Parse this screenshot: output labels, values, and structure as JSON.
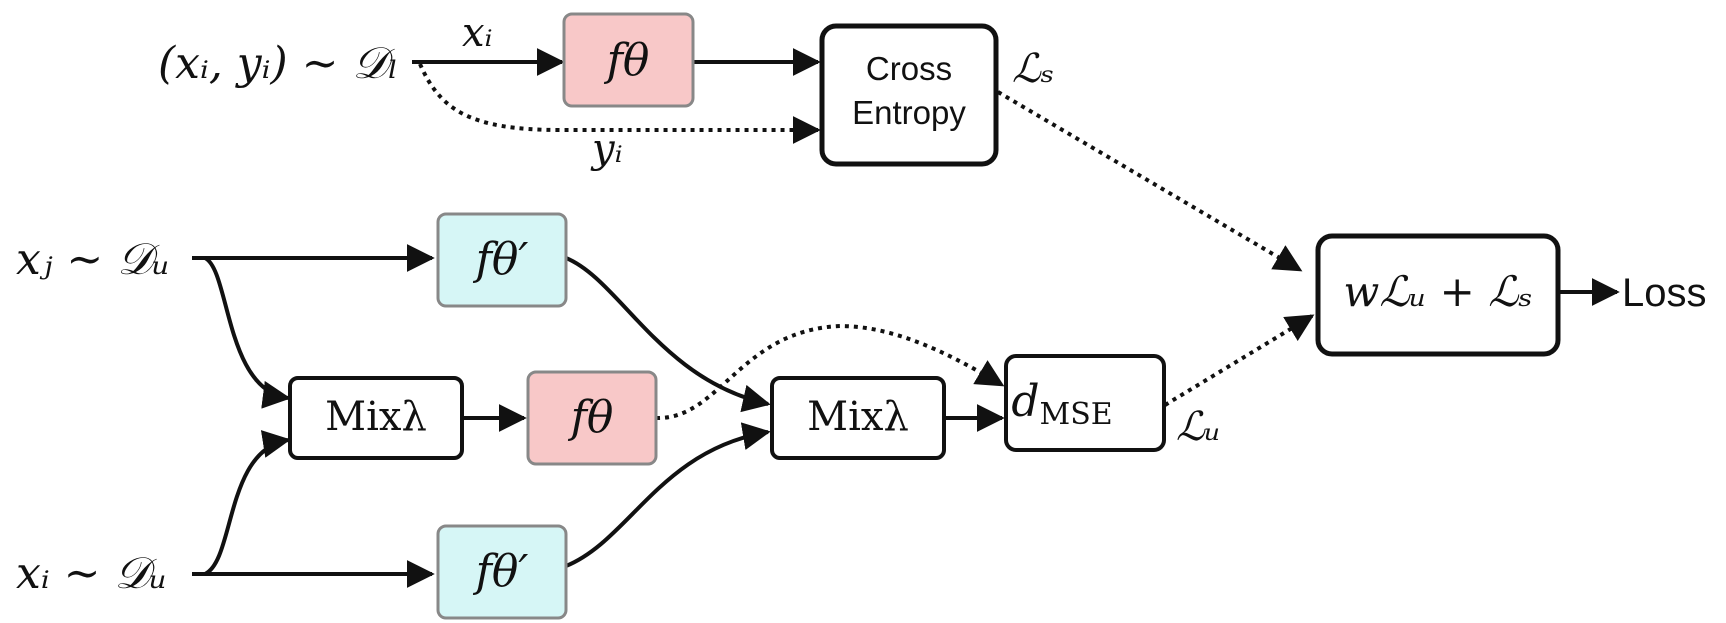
{
  "colors": {
    "model_student": "#f8c8c8",
    "model_teacher": "#d6f6f6",
    "plain": "#ffffff",
    "stroke": "#111111",
    "model_border": "#888888"
  },
  "inputs": {
    "labeled": "(xᵢ, yᵢ) ~ 𝒟ₗ",
    "unlabeled_j": "xⱼ ~ 𝒟ᵤ",
    "unlabeled_i": "xᵢ ~ 𝒟ᵤ"
  },
  "edge_labels": {
    "x_i": "xᵢ",
    "y_i": "yᵢ",
    "loss_s": "ℒₛ",
    "loss_u": "ℒᵤ"
  },
  "boxes": {
    "student_top": "fθ",
    "cross_entropy_line1": "Cross",
    "cross_entropy_line2": "Entropy",
    "teacher_top": "fθ′",
    "teacher_bottom": "fθ′",
    "mix_left": "Mixλ",
    "student_mid": "fθ",
    "mix_right": "Mixλ",
    "mse": "d",
    "mse_sub": "MSE",
    "total_loss": "wℒᵤ + ℒₛ"
  },
  "output": "Loss"
}
